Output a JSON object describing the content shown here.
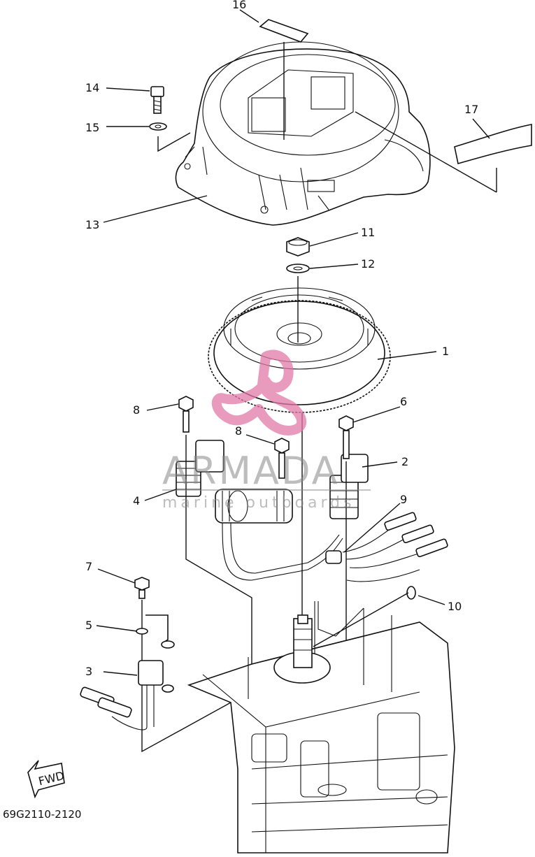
{
  "diagram": {
    "code": "69G2110-2120",
    "fwd_label": "FWD",
    "parts": [
      {
        "ref": "1"
      },
      {
        "ref": "2"
      },
      {
        "ref": "3"
      },
      {
        "ref": "4"
      },
      {
        "ref": "5"
      },
      {
        "ref": "6"
      },
      {
        "ref": "7"
      },
      {
        "ref": "8"
      },
      {
        "ref": "8"
      },
      {
        "ref": "9"
      },
      {
        "ref": "10"
      },
      {
        "ref": "11"
      },
      {
        "ref": "12"
      },
      {
        "ref": "13"
      },
      {
        "ref": "14"
      },
      {
        "ref": "15"
      },
      {
        "ref": "16"
      },
      {
        "ref": "17"
      }
    ]
  },
  "watermark": {
    "brand": "ARMADA",
    "tagline": "marine outboards",
    "color": "#e17aa8"
  }
}
